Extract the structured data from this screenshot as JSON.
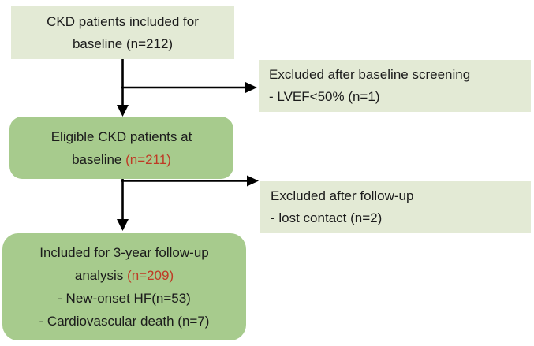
{
  "colors": {
    "light": "#e3ead5",
    "medium": "#a7cb8d",
    "red": "#bf3a25",
    "ink": "#1b1b1b",
    "arrow": "#000000"
  },
  "boxes": {
    "baseline": {
      "line1": "CKD patients included for",
      "line2": "baseline (n=212)"
    },
    "excluded_screening": {
      "line1": "Excluded after baseline screening",
      "line2": "- LVEF<50% (n=1)"
    },
    "eligible": {
      "line1": "Eligible CKD patients at",
      "line2_prefix": "baseline ",
      "line2_n": "(n=211)"
    },
    "excluded_followup": {
      "line1": "Excluded after follow-up",
      "line2": "- lost contact (n=2)"
    },
    "followup": {
      "line1": "Included for 3-year follow-up",
      "line2_prefix": "analysis ",
      "line2_n": "(n=209)",
      "line3": "- New-onset HF(n=53)",
      "line4": "- Cardiovascular death (n=7)"
    }
  }
}
